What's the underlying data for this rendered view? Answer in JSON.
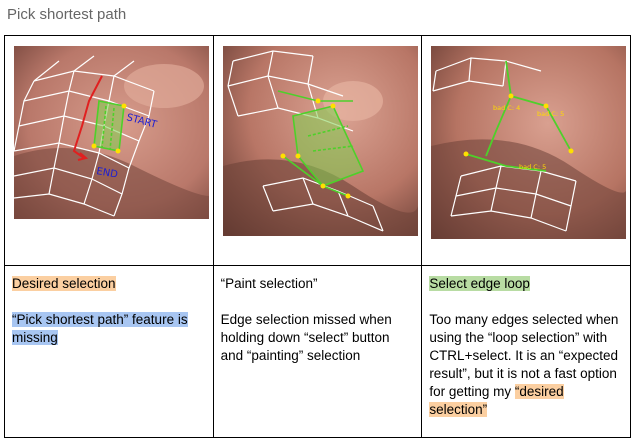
{
  "page": {
    "title": "Pick shortest path"
  },
  "images": {
    "img1": {
      "annotations": [
        "START",
        "END"
      ]
    },
    "img2": {
      "annotations": []
    },
    "img3": {
      "annotations": [
        "bad C: 4",
        "bad C: 5",
        "bad C: 5"
      ]
    }
  },
  "columns": [
    {
      "heading": "Desired selection",
      "body": "“Pick shortest path” feature is missing"
    },
    {
      "heading": "“Paint selection”",
      "body": "Edge selection missed when holding down “select” button and “painting” selection"
    },
    {
      "heading": "Select edge loop",
      "body_before": "Too many edges selected when using the “loop selection” with CTRL+select. It is an “expected result”, but it is not a fast option for getting my ",
      "body_highlight": "“desired selection”"
    }
  ],
  "colors": {
    "orange_highlight": "#fbcfa1",
    "blue_highlight": "#a8c6f2",
    "green_highlight": "#b8dca3"
  }
}
